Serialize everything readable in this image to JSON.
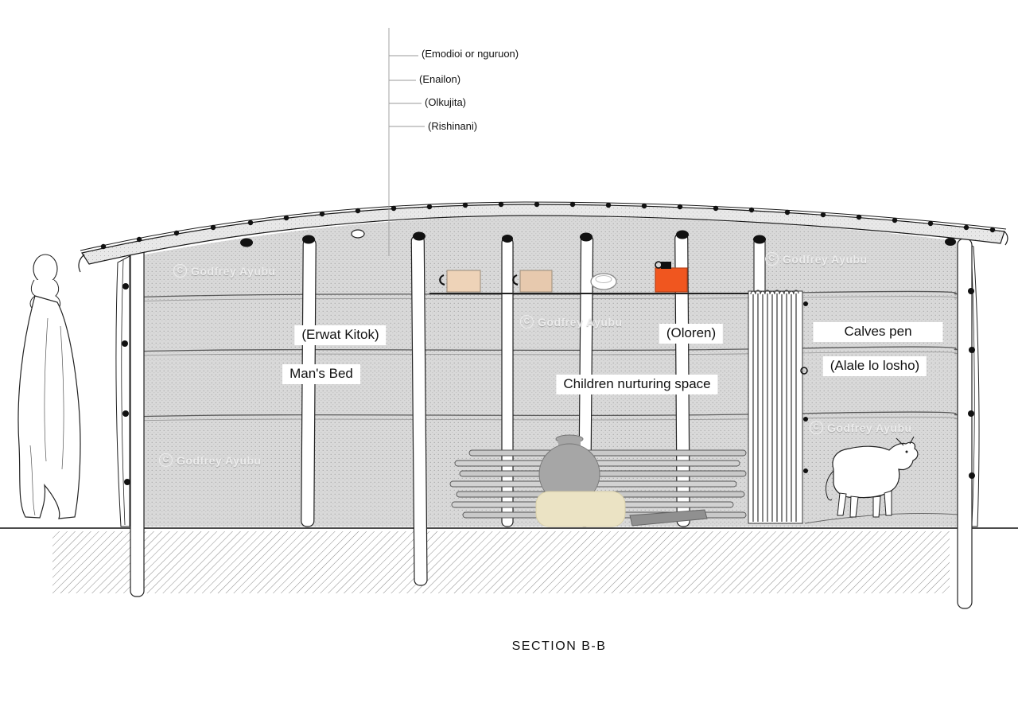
{
  "title": "SECTION  B-B",
  "roof_layer_labels": [
    "(Emodioi or nguruon)",
    "(Enailon)",
    "(Olkujita)",
    "(Rishinani)"
  ],
  "room_labels": {
    "erwat_kitok": "(Erwat  Kitok)",
    "mans_bed": "Man's Bed",
    "oloren": "(Oloren)",
    "children_space": "Children nurturing space",
    "calves_pen": "Calves pen",
    "alale_lo_losho": "(Alale lo losho)"
  },
  "watermark": {
    "symbol": "C",
    "text": "Godfrey Ayubu"
  },
  "colors": {
    "wall_fill": "#d9d9d9",
    "roof_fill": "#e8e8e8",
    "orange_container": "#f0561f",
    "shelf_box_tan": "#eed3b8",
    "pot_gray": "#a6a6a6",
    "hearth_mound": "#ebe3c4",
    "line_black": "#111111"
  }
}
